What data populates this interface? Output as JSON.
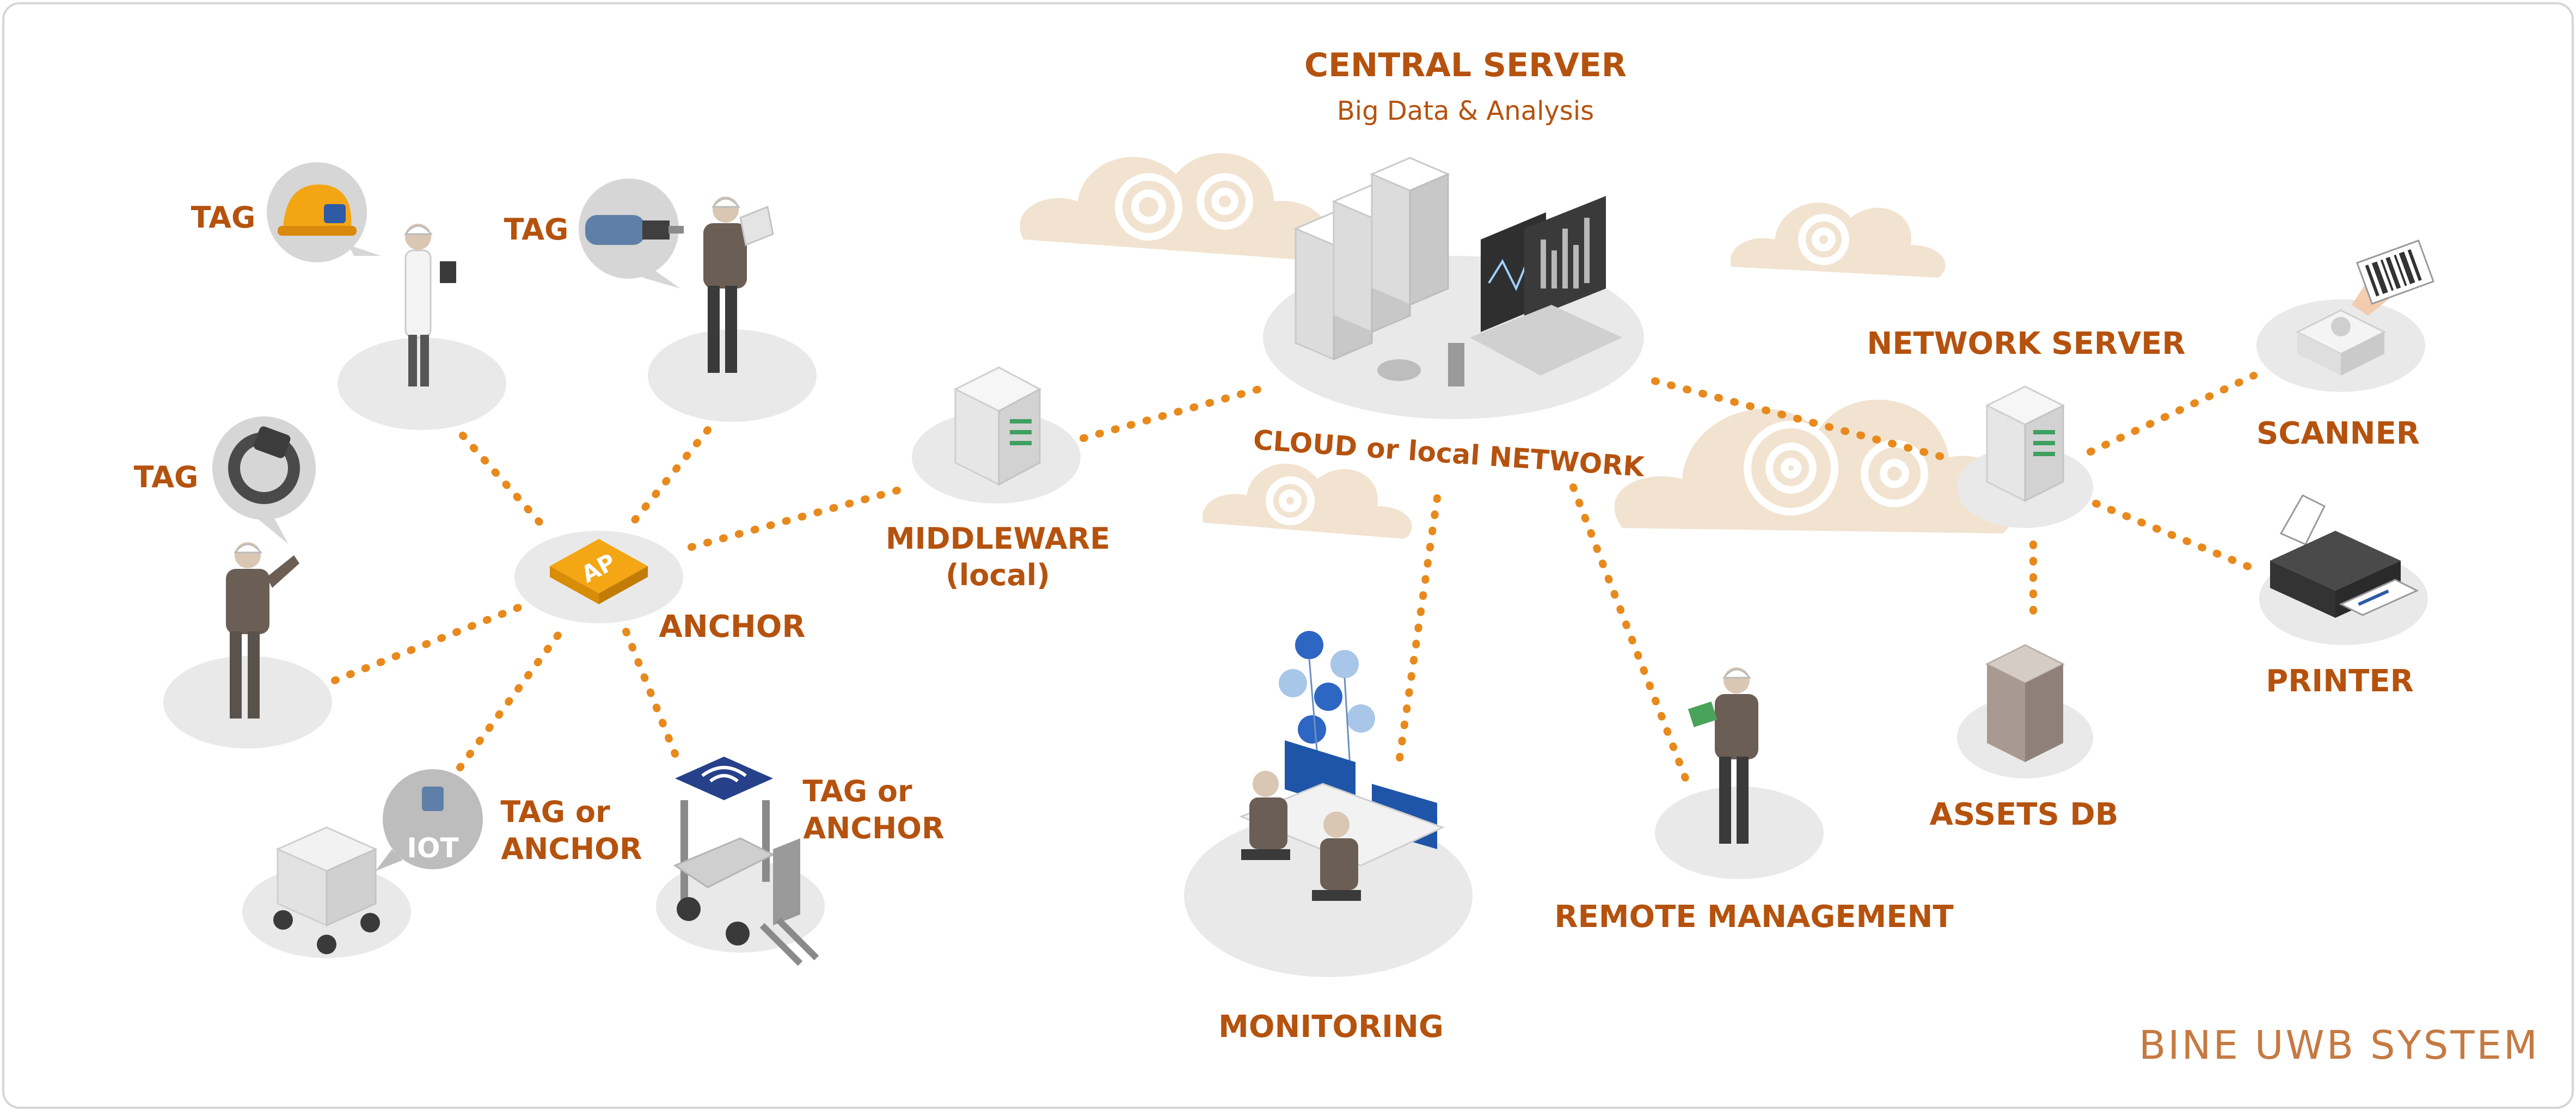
{
  "title": "BINE UWB SYSTEM",
  "central_server": {
    "label": "CENTRAL SERVER",
    "sublabel": "Big Data  & Analysis",
    "network_label": "CLOUD or  local  NETWORK"
  },
  "nodes": {
    "tag_helmet": "TAG",
    "tag_drill": "TAG",
    "tag_watch": "TAG",
    "anchor_badge": "AP",
    "anchor": "ANCHOR",
    "iot_badge": "IOT",
    "tag_or_anchor_cart": [
      "TAG or",
      "ANCHOR"
    ],
    "tag_or_anchor_forklift": [
      "TAG or",
      "ANCHOR"
    ],
    "middleware": [
      "MIDDLEWARE",
      "(local)"
    ],
    "monitoring": "MONITORING",
    "remote_management": "REMOTE MANAGEMENT",
    "network_server": "NETWORK SERVER",
    "scanner": "SCANNER",
    "printer": "PRINTER",
    "assets_db": "ASSETS DB"
  },
  "colors": {
    "accent": "#b5520e",
    "link": "#e8891c",
    "disc": "#e9e9e9",
    "cloud": "#f1e3d0",
    "person": "#6b5e55",
    "screen": "#1f55a8"
  }
}
